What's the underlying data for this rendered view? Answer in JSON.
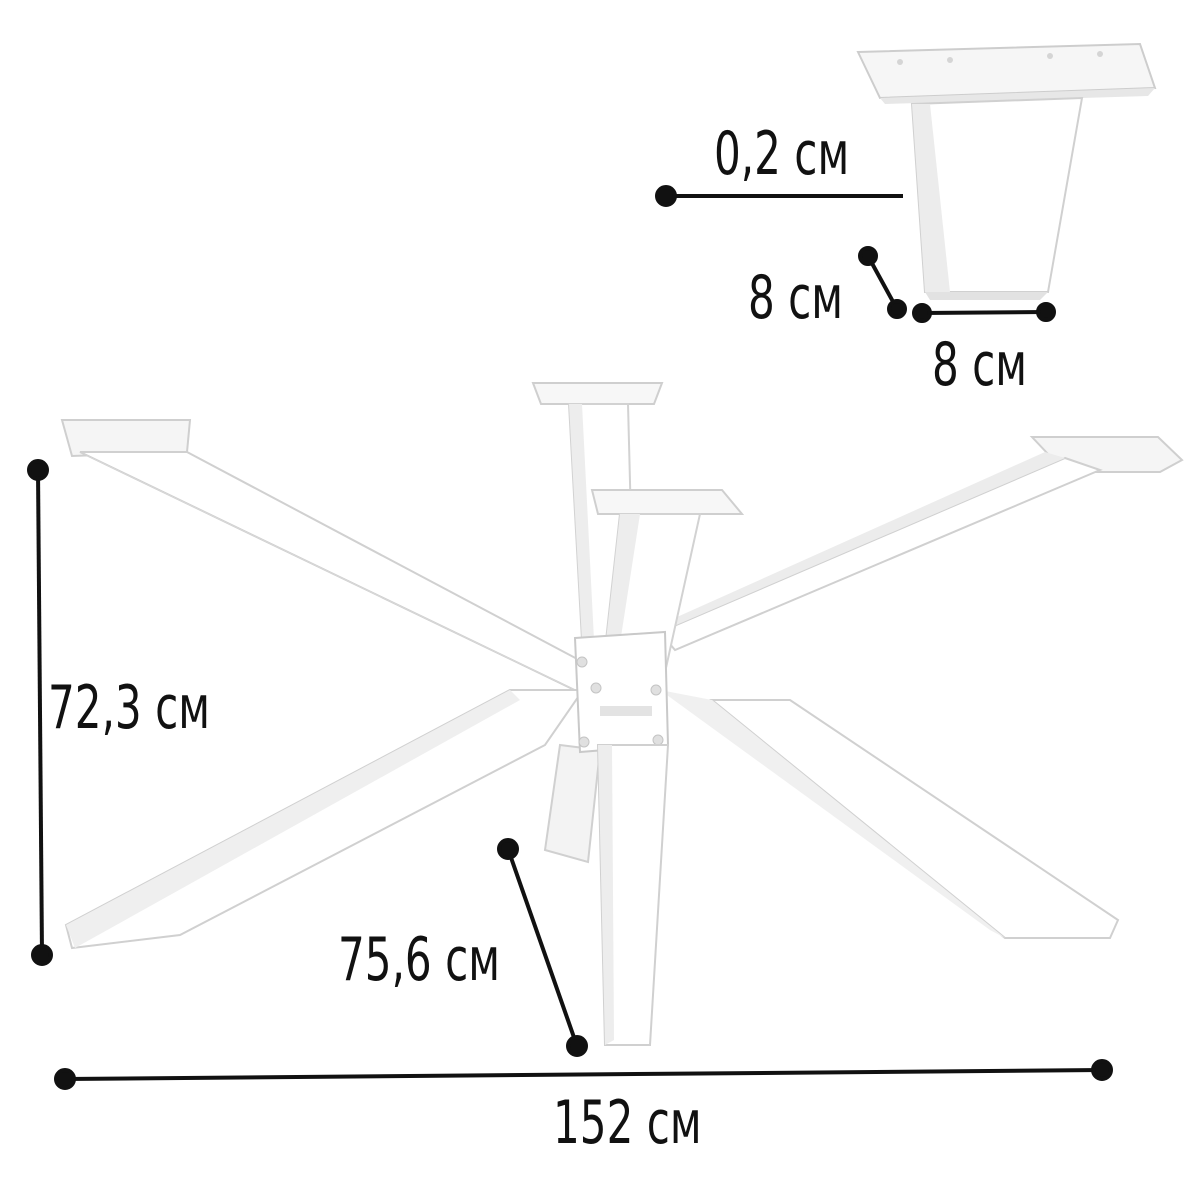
{
  "dimensions": {
    "height": "72,3 см",
    "length": "152 см",
    "leg_length": "75,6 см",
    "wall_thickness": "0,2 см",
    "profile_depth": "8 см",
    "profile_width": "8 см"
  },
  "colors": {
    "frame_face": "#ffffff",
    "frame_shade": "#ececec",
    "frame_edge": "#cfcfcf",
    "dimension_line": "#111111"
  }
}
